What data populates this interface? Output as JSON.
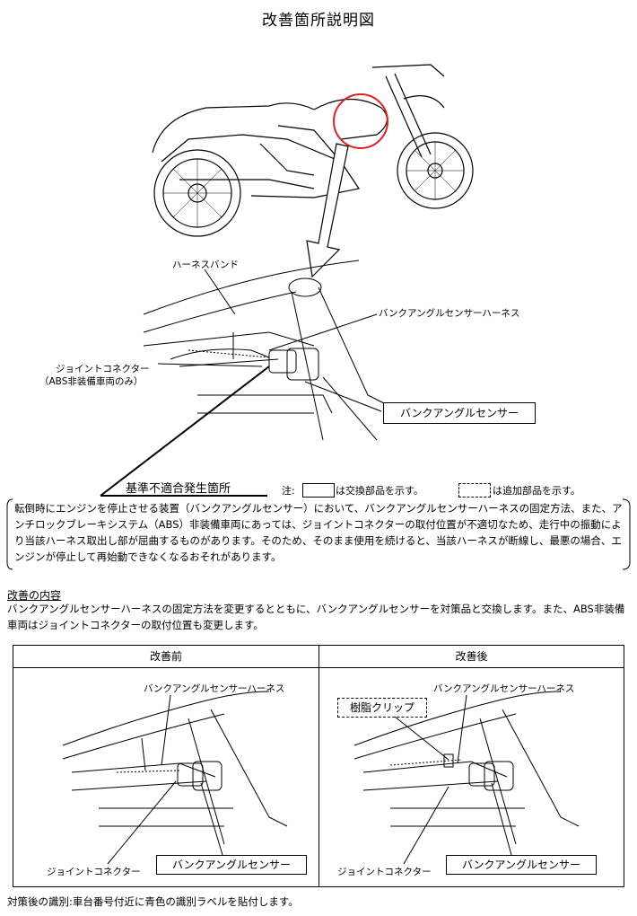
{
  "document": {
    "title": "改善箇所説明図",
    "labels": {
      "harness_band": "ハーネスバンド",
      "harness": "バンクアングルセンサーハーネス",
      "joint_connector": "ジョイントコネクター",
      "joint_connector_note": "（ABS非装備車両のみ）",
      "sensor": "バンクアングルセンサー"
    },
    "defect_location": "基準不適合発生箇所",
    "note_prefix": "注:",
    "note_replace": "は交換部品を示す。",
    "note_add": "は追加部品を示す。",
    "defect_description": "転倒時にエンジンを停止させる装置（バンクアングルセンサー）において、バンクアングルセンサーハーネスの固定方法、また、アンチロックブレーキシステム（ABS）非装備車両にあっては、ジョイントコネクターの取付位置が不適切なため、走行中の振動により当該ハーネス取出し部が屈曲するものがあります。そのため、そのまま使用を続けると、当該ハーネスが断線し、最悪の場合、エンジンが停止して再始動できなくなるおそれがあります。",
    "improvement_heading": "改善の内容",
    "improvement_text": "バンクアングルセンサーハーネスの固定方法を変更するとともに、バンクアングルセンサーを対策品と交換します。また、ABS非装備車両はジョイントコネクターの取付位置も変更します。",
    "table": {
      "before_header": "改善前",
      "after_header": "改善後",
      "before": {
        "harness": "バンクアングルセンサーハーネス",
        "joint_connector": "ジョイントコネクター",
        "sensor": "バンクアングルセンサー"
      },
      "after": {
        "clip": "樹脂クリップ",
        "harness": "バンクアングルセンサーハーネス",
        "joint_connector": "ジョイントコネクター",
        "sensor": "バンクアングルセンサー"
      }
    },
    "identification": "対策後の識別:車台番号付近に青色の識別ラベルを貼付します。"
  }
}
